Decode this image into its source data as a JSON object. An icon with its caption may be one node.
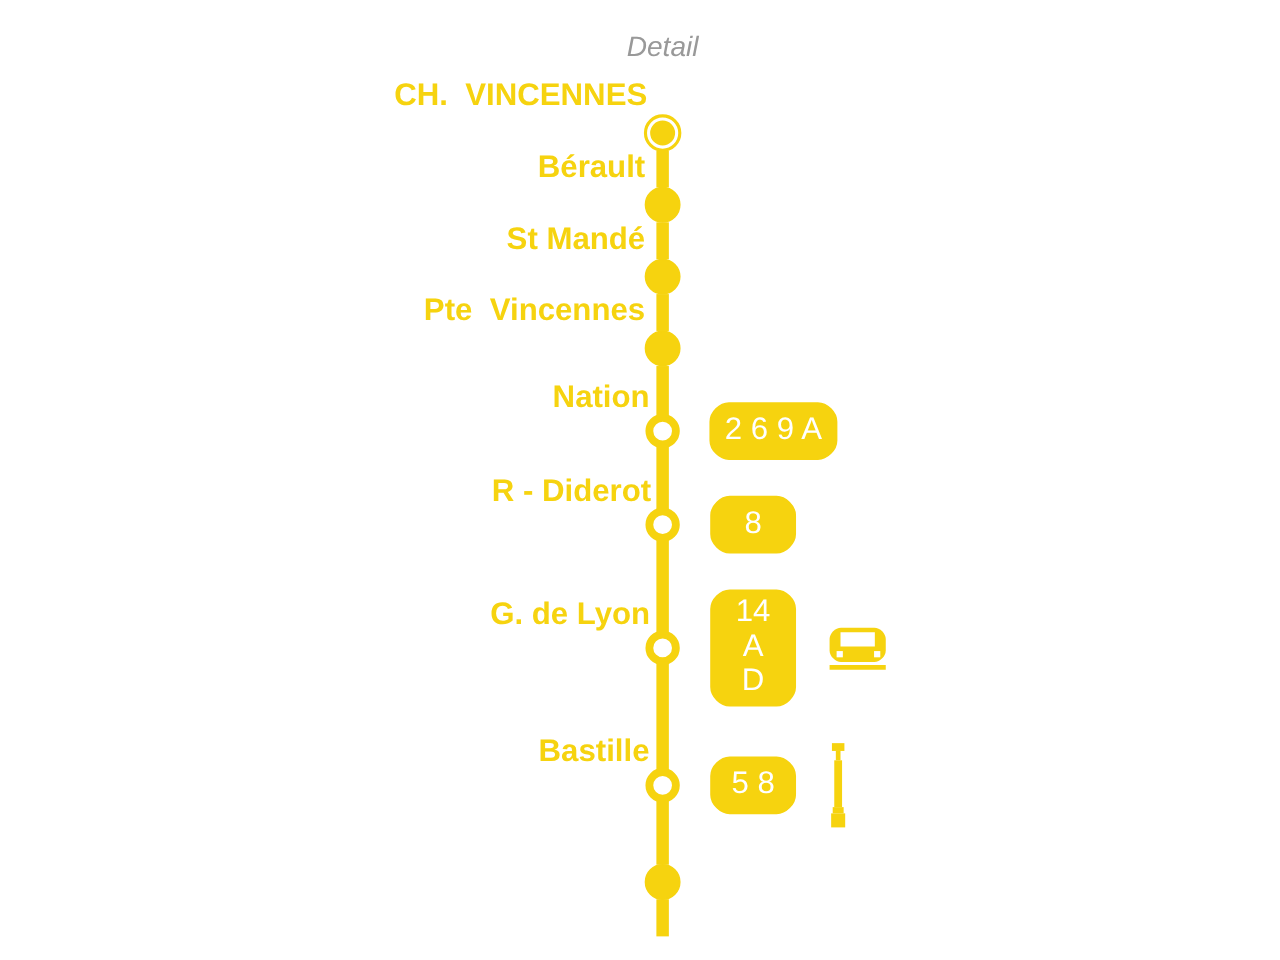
{
  "diagram": {
    "nodes": [
      {
        "text": [],
        "shape": "circle",
        "beside": [
          "CH.  VINCENNES"
        ]
      },
      {
        "text": [],
        "shape": "circle",
        "beside": [
          "Bérault"
        ]
      },
      {
        "text": [],
        "shape": "circle",
        "beside": [
          "St Mandé"
        ]
      },
      {
        "text": [],
        "shape": "circle",
        "beside": [
          "Pte  Vincennes"
        ]
      },
      {
        "text": [],
        "shape": "circle",
        "beside": [
          "Nation"
        ]
      },
      {
        "text": [],
        "shape": "circle",
        "beside": [
          "R - Diderot"
        ]
      },
      {
        "text": [],
        "shape": "circle",
        "beside": [
          "G. de Lyon"
        ]
      },
      {
        "text": [],
        "shape": "circle",
        "beside": [
          "Bastille"
        ]
      },
      {
        "text": [],
        "shape": "circle"
      },
      {
        "text": [
          "2 6 9 A"
        ]
      },
      {
        "text": [
          "8"
        ]
      },
      {
        "text": [
          "14 A D"
        ]
      },
      {
        "text": [
          "5 8"
        ]
      },
      {
        "text": [],
        "shape": "picture"
      },
      {
        "text": [],
        "shape": "picture"
      }
    ],
    "edges": [
      {
        "from": 0,
        "to": 1,
        "arrow": "none"
      },
      {
        "from": 1,
        "to": 2,
        "arrow": "none"
      },
      {
        "from": 2,
        "to": 3,
        "arrow": "none"
      },
      {
        "from": 3,
        "to": 4,
        "arrow": "none"
      },
      {
        "from": 4,
        "to": 5,
        "arrow": "none"
      },
      {
        "from": 5,
        "to": 6,
        "arrow": "none"
      },
      {
        "from": 6,
        "to": 7,
        "arrow": "none"
      },
      {
        "from": 7,
        "to": 8,
        "arrow": "none"
      },
      {
        "from": 8,
        "to": null,
        "arrow": "none"
      }
    ],
    "labels": [
      "Detail"
    ]
  }
}
